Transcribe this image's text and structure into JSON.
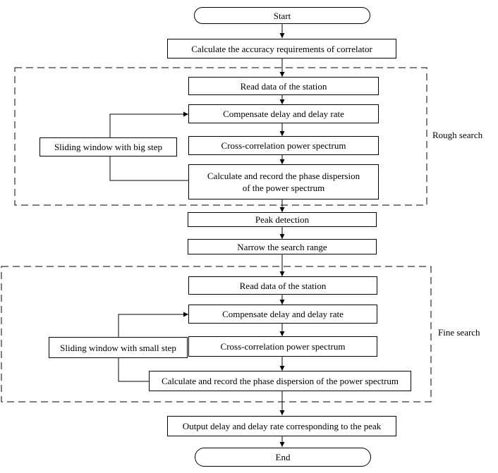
{
  "nodes": {
    "start": "Start",
    "calc_accuracy": "Calculate the accuracy requirements of correlator",
    "rough_read": "Read data of the station",
    "rough_compensate": "Compensate delay and delay rate",
    "rough_crosscorr": "Cross-correlation power spectrum",
    "rough_calc_line1": "Calculate and record the phase dispersion",
    "rough_calc_line2": "of the power spectrum",
    "rough_sliding": "Sliding window with big step",
    "peak_detection": "Peak detection",
    "narrow_range": "Narrow the search range",
    "fine_read": "Read data of the station",
    "fine_compensate": "Compensate delay and delay rate",
    "fine_crosscorr": "Cross-correlation power spectrum",
    "fine_calc": "Calculate and record the phase dispersion of the power spectrum",
    "fine_sliding": "Sliding window with small step",
    "output": "Output delay and delay rate corresponding to the peak",
    "end": "End"
  },
  "regions": {
    "rough": "Rough search",
    "fine": "Fine search"
  }
}
